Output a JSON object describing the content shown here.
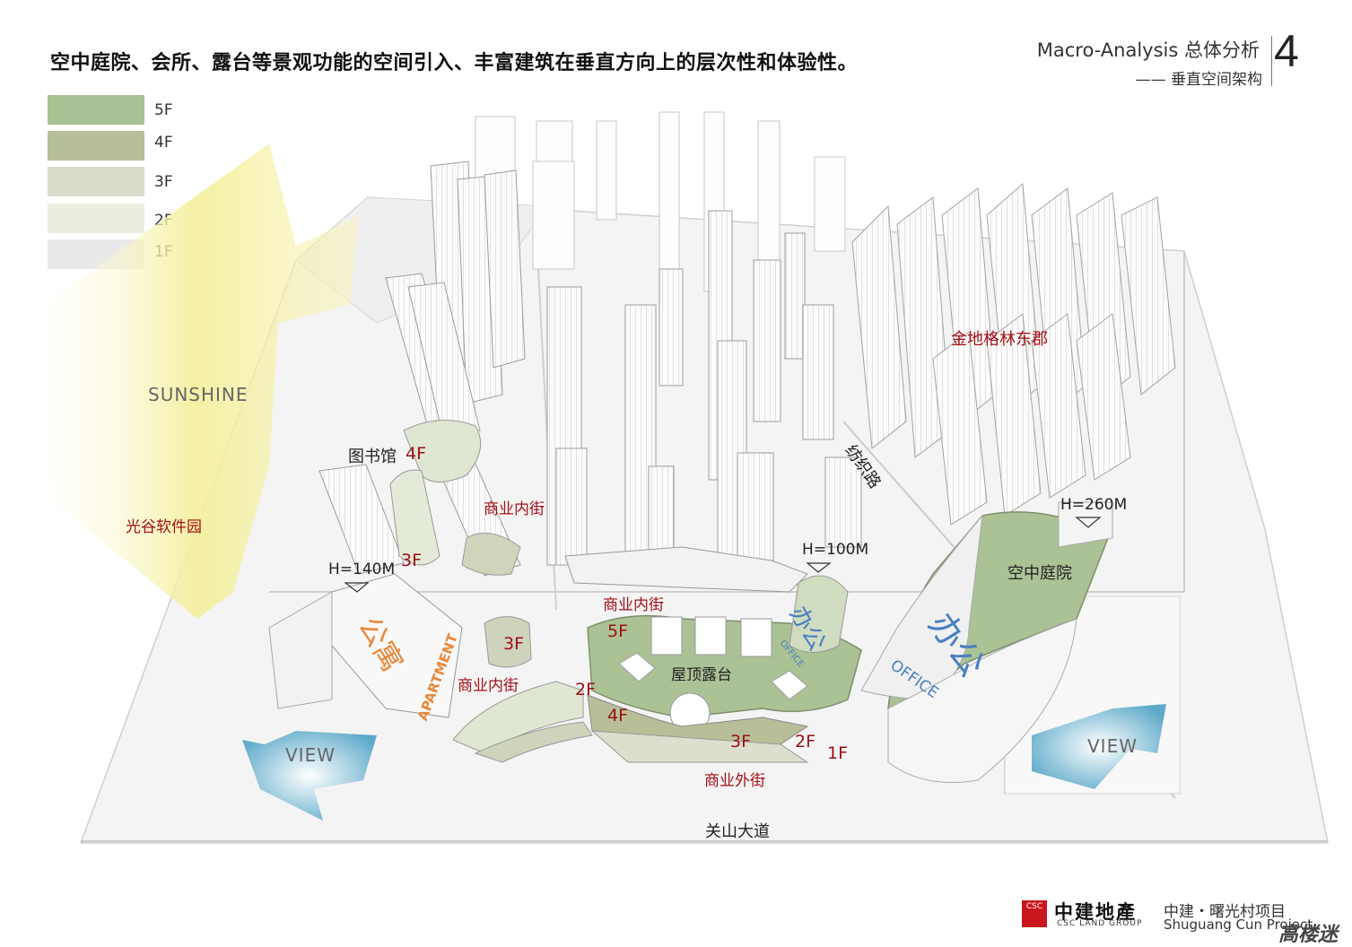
{
  "header": {
    "headline": "空中庭院、会所、露台等景观功能的空间引入、丰富建筑在垂直方向上的层次性和体验性。",
    "title": "Macro-Analysis   总体分析",
    "subtitle": "—— 垂直空间架构",
    "page_number": "4"
  },
  "legend": [
    {
      "label": "5F",
      "color": "#a9c294"
    },
    {
      "label": "4F",
      "color": "#b6bf98"
    },
    {
      "label": "3F",
      "color": "#d9dccb"
    },
    {
      "label": "2F",
      "color": "#e9eee0"
    },
    {
      "label": "1F",
      "color": "#e9e9e9"
    }
  ],
  "labels": {
    "sunshine": "SUNSHINE",
    "guanggu": "光谷软件园",
    "jindi": "金地格林东郡",
    "fangzhilu": "纺织路",
    "library": "图书馆",
    "library_floor": "4F",
    "inner_street_1": "商业内街",
    "inner_street_2": "商业内街",
    "inner_street_3": "商业内街",
    "outer_street": "商业外街",
    "h140": "H=140M",
    "h100": "H=100M",
    "h260": "H=260M",
    "sky_court": "空中庭院",
    "roof_terrace": "屋顶露台",
    "apartment_cn": "公寓",
    "apartment_en": "APARTMENT",
    "office_cn_1": "办公",
    "office_en_1": "OFFICE",
    "office_cn_2": "办公",
    "office_en_2": "OFFICE",
    "view_left": "VIEW",
    "view_right": "VIEW",
    "guanshan": "关山大道",
    "f_3f_a": "3F",
    "f_3f_b": "3F",
    "f_5f": "5F",
    "f_2f_a": "2F",
    "f_4f": "4F",
    "f_3f_c": "3F",
    "f_2f_b": "2F",
    "f_1f": "1F"
  },
  "footer": {
    "project_cn": "中建・曙光村项目",
    "project_en": "Shuguang Cun Project",
    "company_cn": "中建地產",
    "company_en": "CSC LAND GROUP",
    "logo_text": "CSC",
    "watermark": "高楼迷"
  },
  "colors": {
    "accent_red": "#a50f15",
    "apartment_orange": "#e8883a",
    "office_blue": "#4a7fc1",
    "view_blue": "#6fb2d0",
    "sunshine_yellow": "#f4ef9a"
  }
}
